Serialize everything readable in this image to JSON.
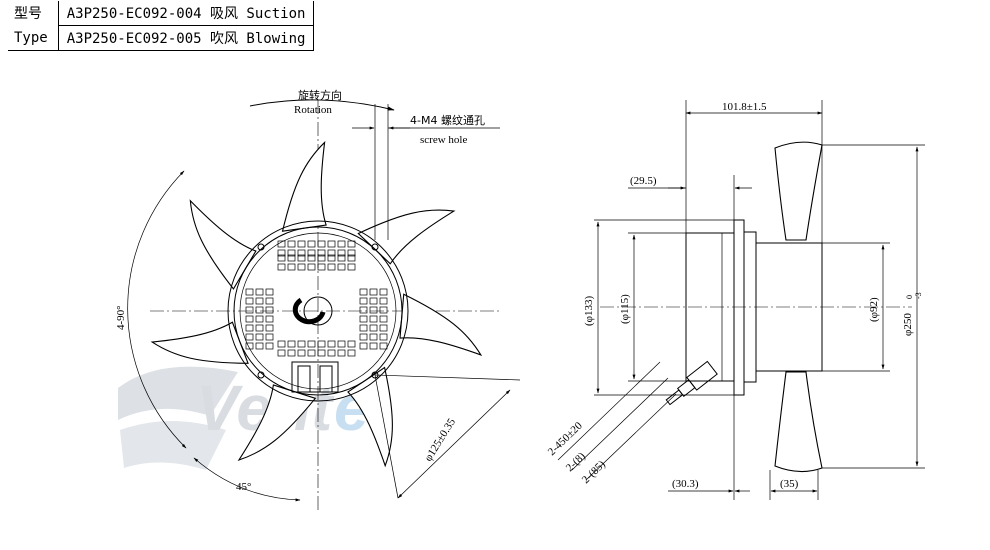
{
  "table": {
    "rows": [
      {
        "key": "型号",
        "value": "A3P250-EC092-004 吸风 Suction"
      },
      {
        "key": "Type",
        "value": "A3P250-EC092-005 吹风 Blowing"
      }
    ]
  },
  "front_view": {
    "rotation_cn": "旋转方向",
    "rotation_en": "Rotation",
    "screw_hole_cn": "4-M4 螺纹通孔",
    "screw_hole_en": "screw hole",
    "angle_4x90": "4-90°",
    "angle_45": "45°",
    "pcd": "φ125±0.35"
  },
  "side_view": {
    "dim_overall_length": "101.8±1.5",
    "dim_29_5": "(29.5)",
    "dim_133": "(φ133)",
    "dim_115": "(φ115)",
    "dim_92": "(φ92)",
    "dim_250": "φ250",
    "dim_250_tol_upper": "0",
    "dim_250_tol_lower": "-3",
    "dim_30_3": "(30.3)",
    "dim_35": "(35)",
    "cable_1": "2-450±20",
    "cable_2": "2-(8)",
    "cable_3": "2-(85)"
  },
  "watermark": {
    "left": "Vent",
    "right": "el"
  },
  "colors": {
    "line": "#000000",
    "watermark_gray": "#d9dde2",
    "watermark_blue": "#c8dff2"
  }
}
